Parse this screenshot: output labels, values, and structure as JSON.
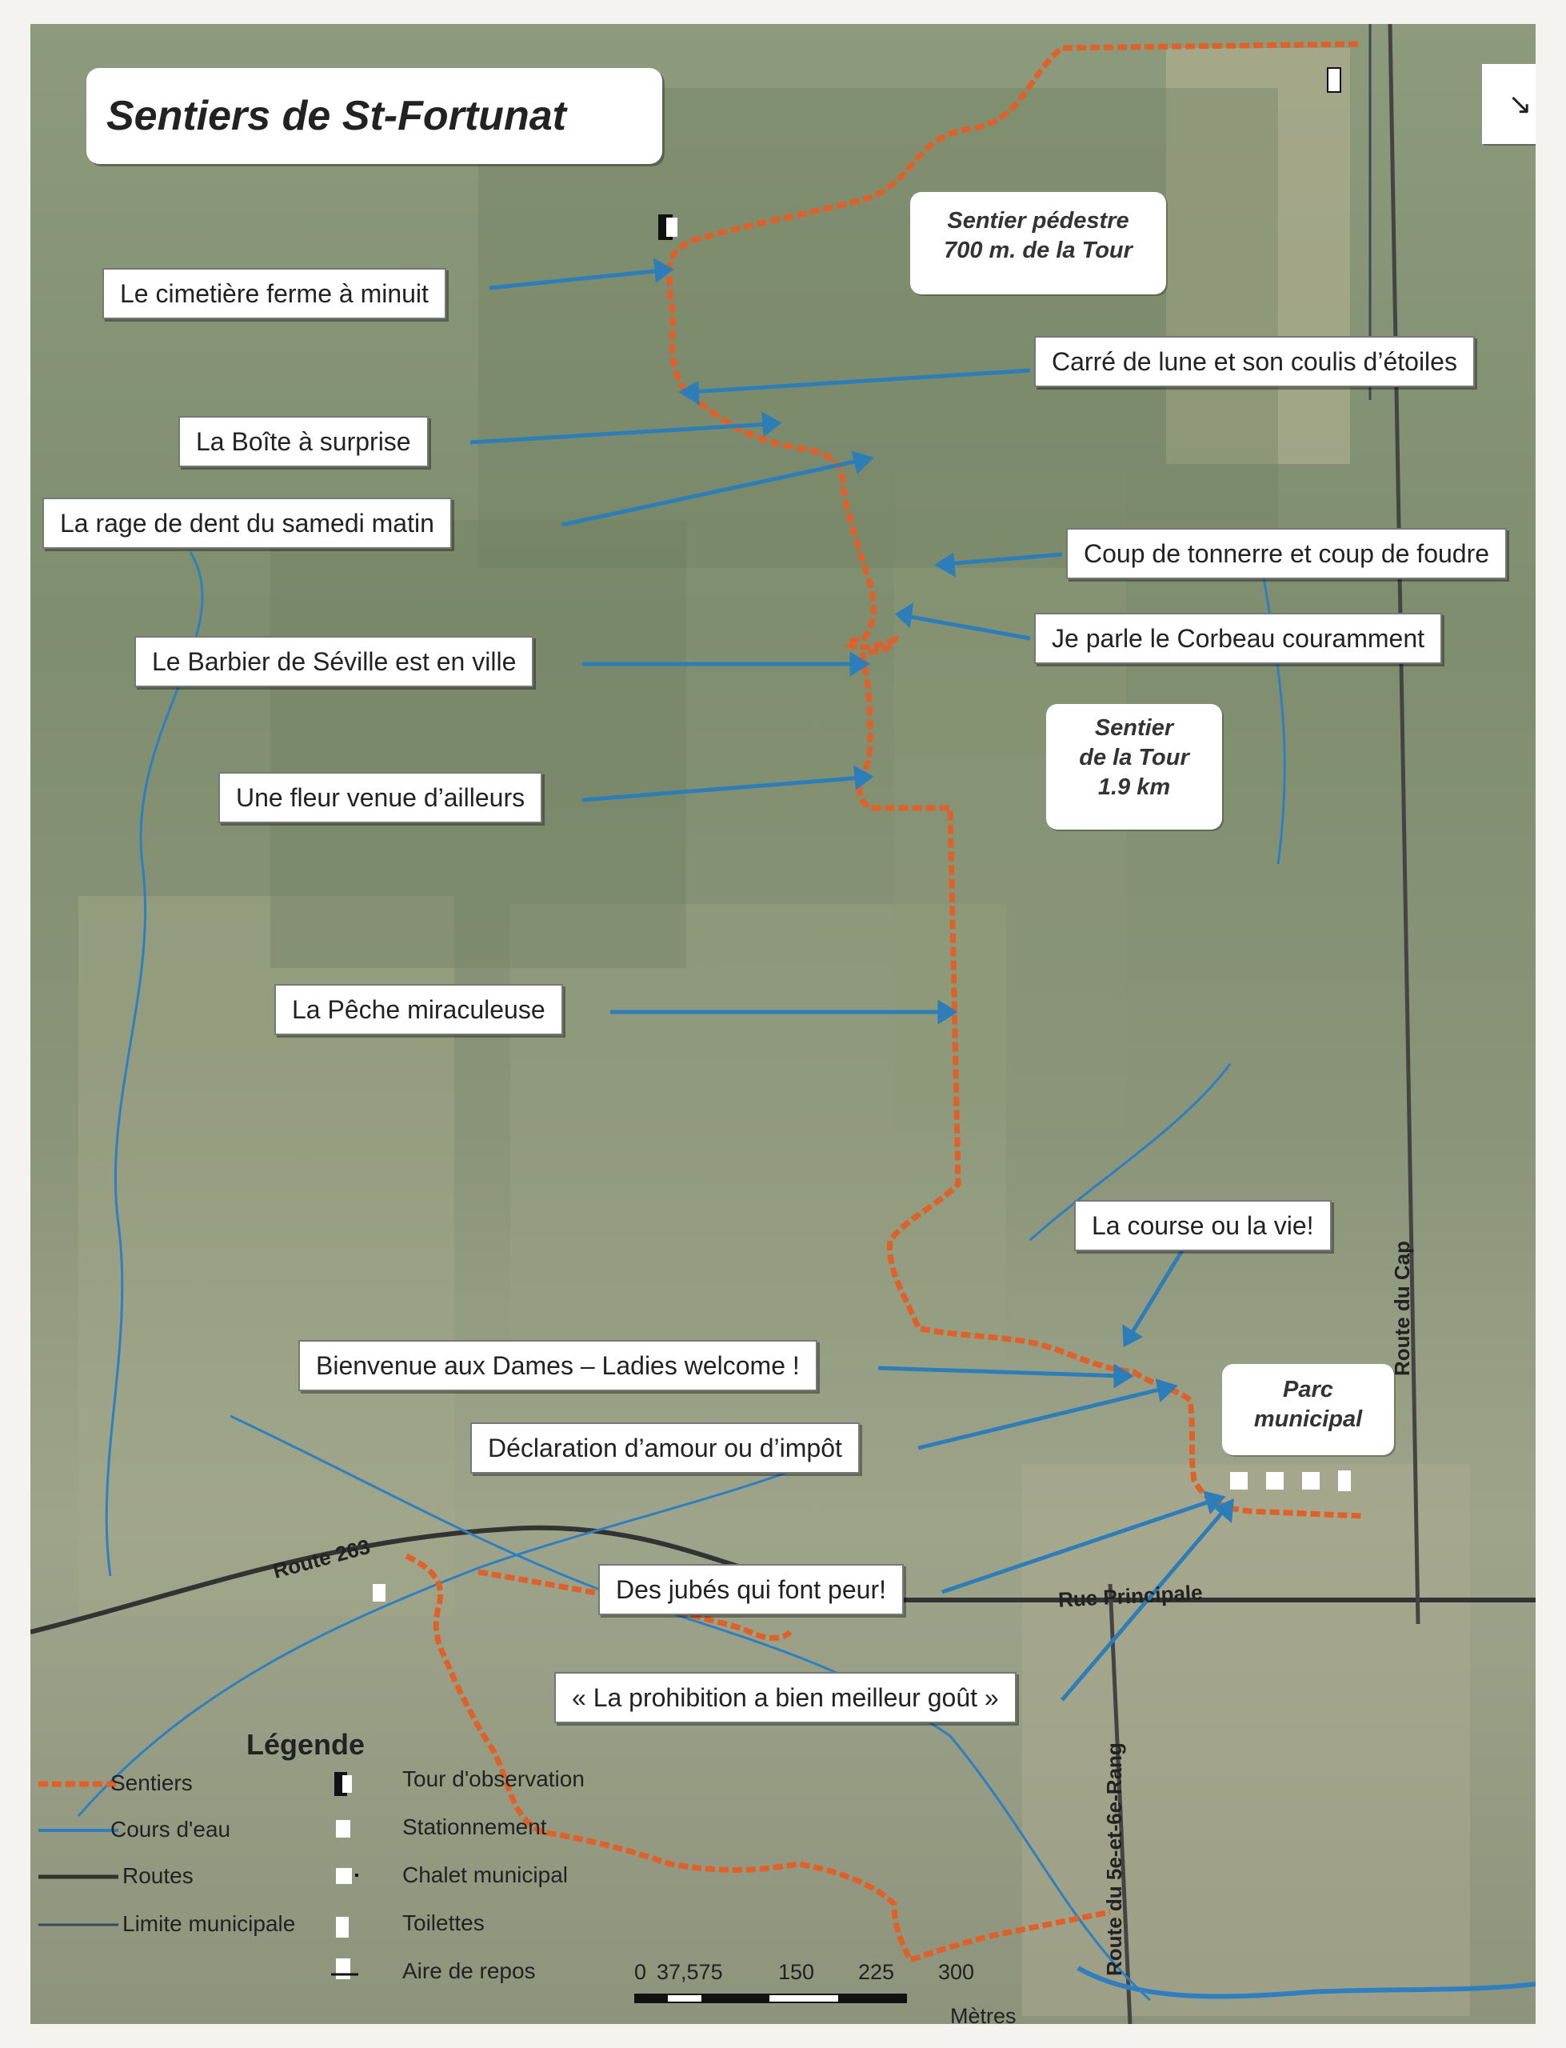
{
  "title": "Sentiers de St-Fortunat",
  "compass_icon": "↘",
  "callouts": [
    {
      "id": "cimetiere",
      "text": "Le cimetière ferme à minuit"
    },
    {
      "id": "carre",
      "text": "Carré de lune et son coulis d’étoiles"
    },
    {
      "id": "boite",
      "text": "La Boîte à surprise"
    },
    {
      "id": "rage",
      "text": "La rage de dent du samedi matin"
    },
    {
      "id": "tonnerre",
      "text": "Coup de tonnerre et coup de foudre"
    },
    {
      "id": "corbeau",
      "text": "Je parle le Corbeau couramment"
    },
    {
      "id": "barbier",
      "text": "Le Barbier de Séville est en ville"
    },
    {
      "id": "fleur",
      "text": "Une fleur venue d’ailleurs"
    },
    {
      "id": "peche",
      "text": "La Pêche miraculeuse"
    },
    {
      "id": "course",
      "text": "La course ou la vie!"
    },
    {
      "id": "dames",
      "text": "Bienvenue aux Dames – Ladies welcome !"
    },
    {
      "id": "declaration",
      "text": "Déclaration d’amour ou d’impôt"
    },
    {
      "id": "jubes",
      "text": "Des jubés qui font peur!"
    },
    {
      "id": "prohibition",
      "text": "« La prohibition a bien meilleur goût »"
    }
  ],
  "bubbles": {
    "pedestre": [
      "Sentier pédestre",
      "700 m. de la Tour"
    ],
    "tour": [
      "Sentier",
      "de la Tour",
      "1.9 km"
    ],
    "parc": [
      "Parc",
      "municipal"
    ]
  },
  "roads": {
    "route263": "Route 263",
    "principale": "Rue Principale",
    "cap": "Route du Cap",
    "rang": "Route du 5e-et-6e-Rang"
  },
  "legend": {
    "title": "Légende",
    "items": [
      {
        "label": "Sentiers",
        "icon": "trail-line-icon"
      },
      {
        "label": "Cours d'eau",
        "icon": "stream-line-icon"
      },
      {
        "label": "Routes",
        "icon": "road-line-icon"
      },
      {
        "label": "Limite municipale",
        "icon": "boundary-line-icon"
      },
      {
        "label": "Tour d'observation",
        "icon": "observation-tower-icon"
      },
      {
        "label": "Stationnement",
        "icon": "parking-icon"
      },
      {
        "label": "Chalet municipal",
        "icon": "chalet-icon"
      },
      {
        "label": "Toilettes",
        "icon": "toilet-icon"
      },
      {
        "label": "Aire de repos",
        "icon": "rest-area-icon"
      }
    ]
  },
  "scale": {
    "ticks": [
      "0",
      "37,575",
      "150",
      "225",
      "300"
    ],
    "unit": "Mètres"
  },
  "colors": {
    "trail": "#e0602a",
    "water": "#2f7fc0",
    "road": "#3a3a3a",
    "callout_arrow": "#2c7db8"
  }
}
